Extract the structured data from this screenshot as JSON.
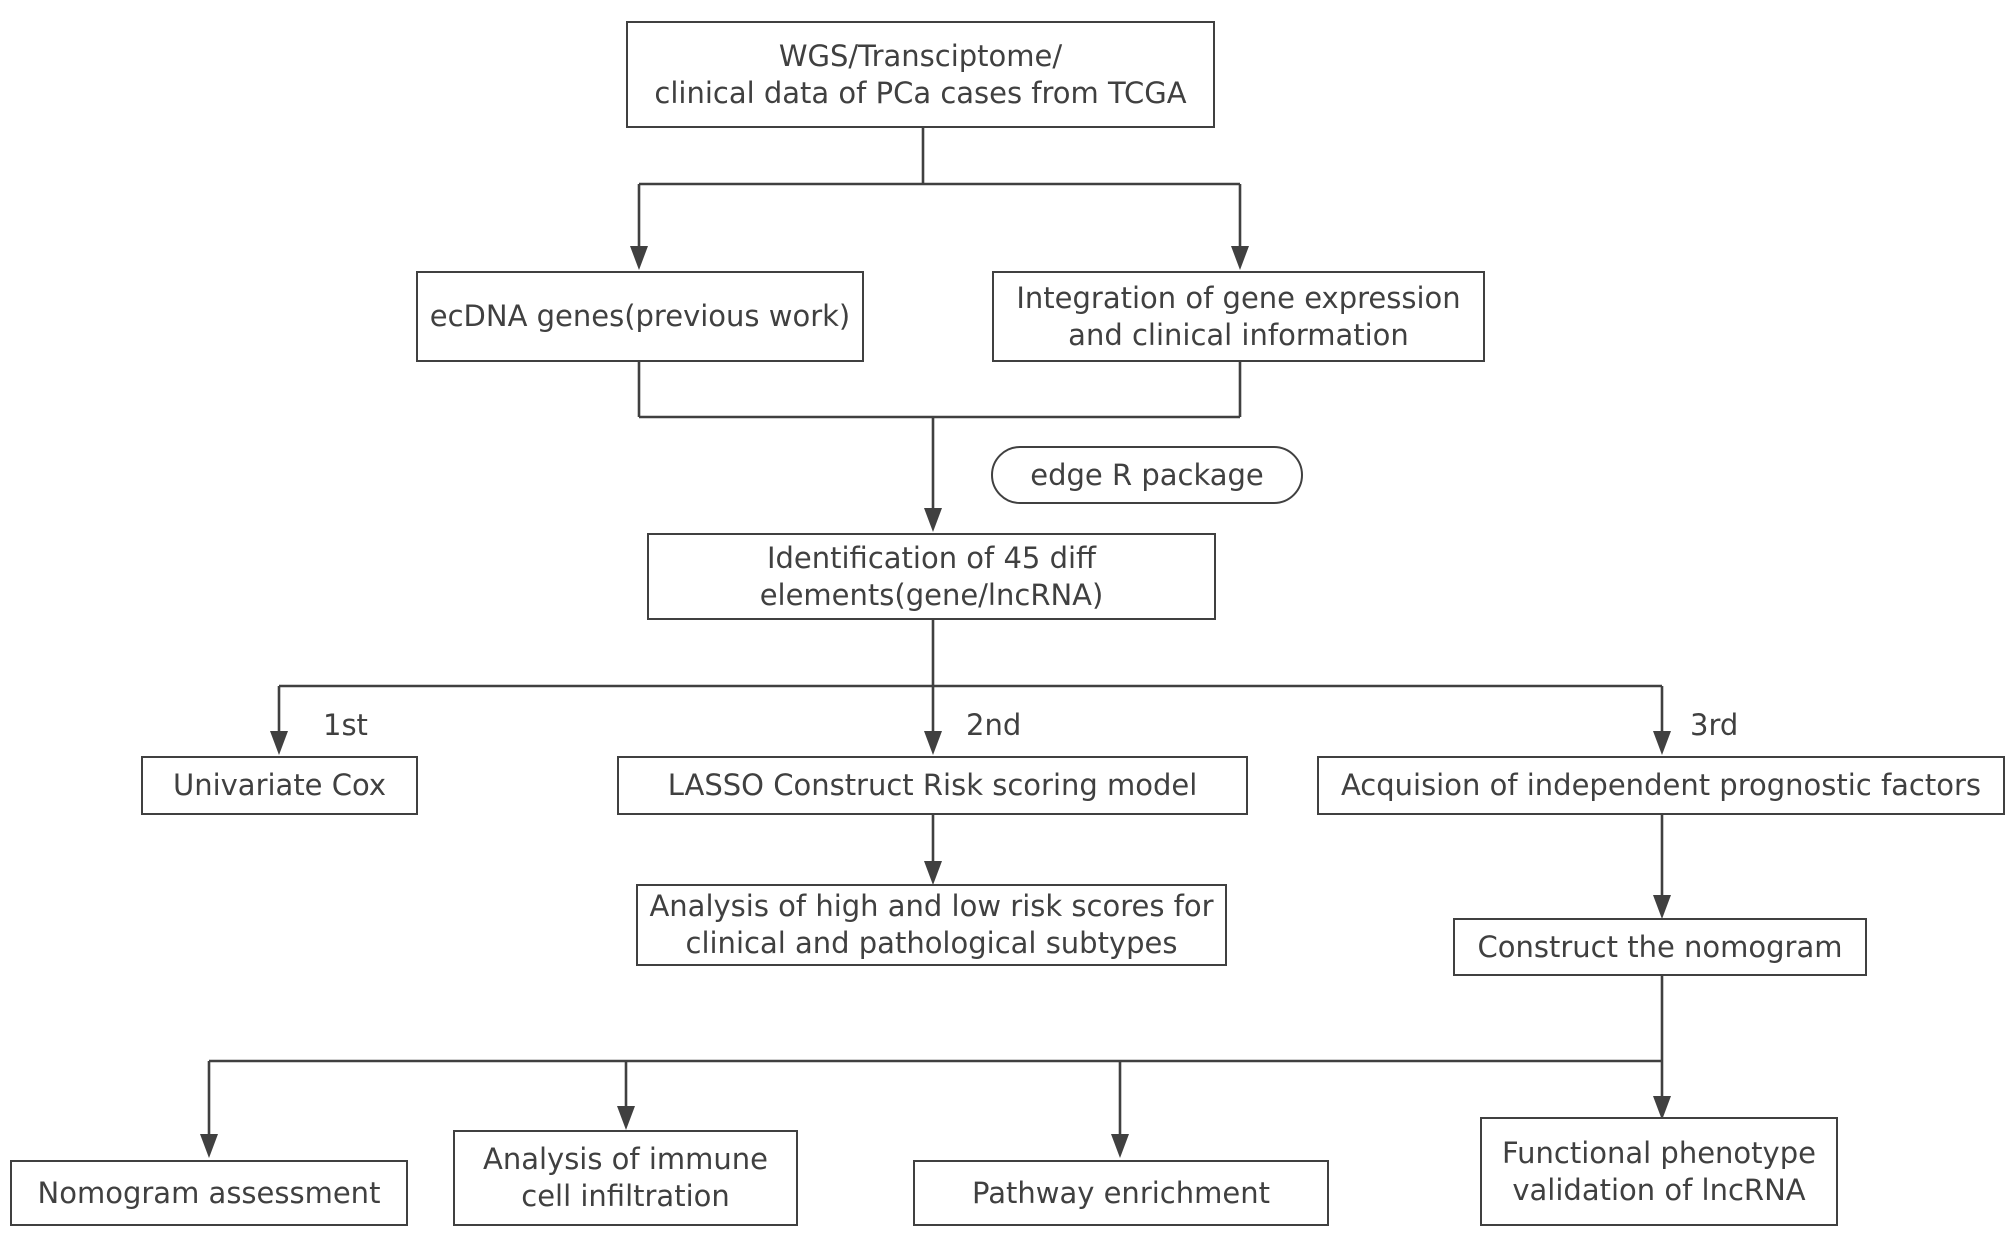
{
  "colors": {
    "line": "#404040",
    "text": "#404040",
    "background": "#ffffff"
  },
  "nodes": {
    "source": "WGS/Transciptome/\nclinical data of PCa cases from TCGA",
    "ecdna": "ecDNA genes(previous work)",
    "integration": "Integration of gene expression\nand clinical information",
    "edger": "edge  R  package",
    "identification": "Identification of  45 diff\nelements(gene/lncRNA)",
    "univariate": "Univariate Cox",
    "lasso": "LASSO  Construct Risk scoring model",
    "acquisition": "Acquision of independent prognostic factors",
    "risk_analysis": "Analysis of high and low risk scores for\nclinical and pathological subtypes",
    "nomogram": "Construct the nomogram",
    "assessment": "Nomogram assessment",
    "immune": "Analysis of immune\ncell infiltration",
    "pathway": "Pathway enrichment",
    "functional": "Functional phenotype\nvalidation of lncRNA"
  },
  "steps": {
    "first": "1st",
    "second": "2nd",
    "third": "3rd"
  }
}
